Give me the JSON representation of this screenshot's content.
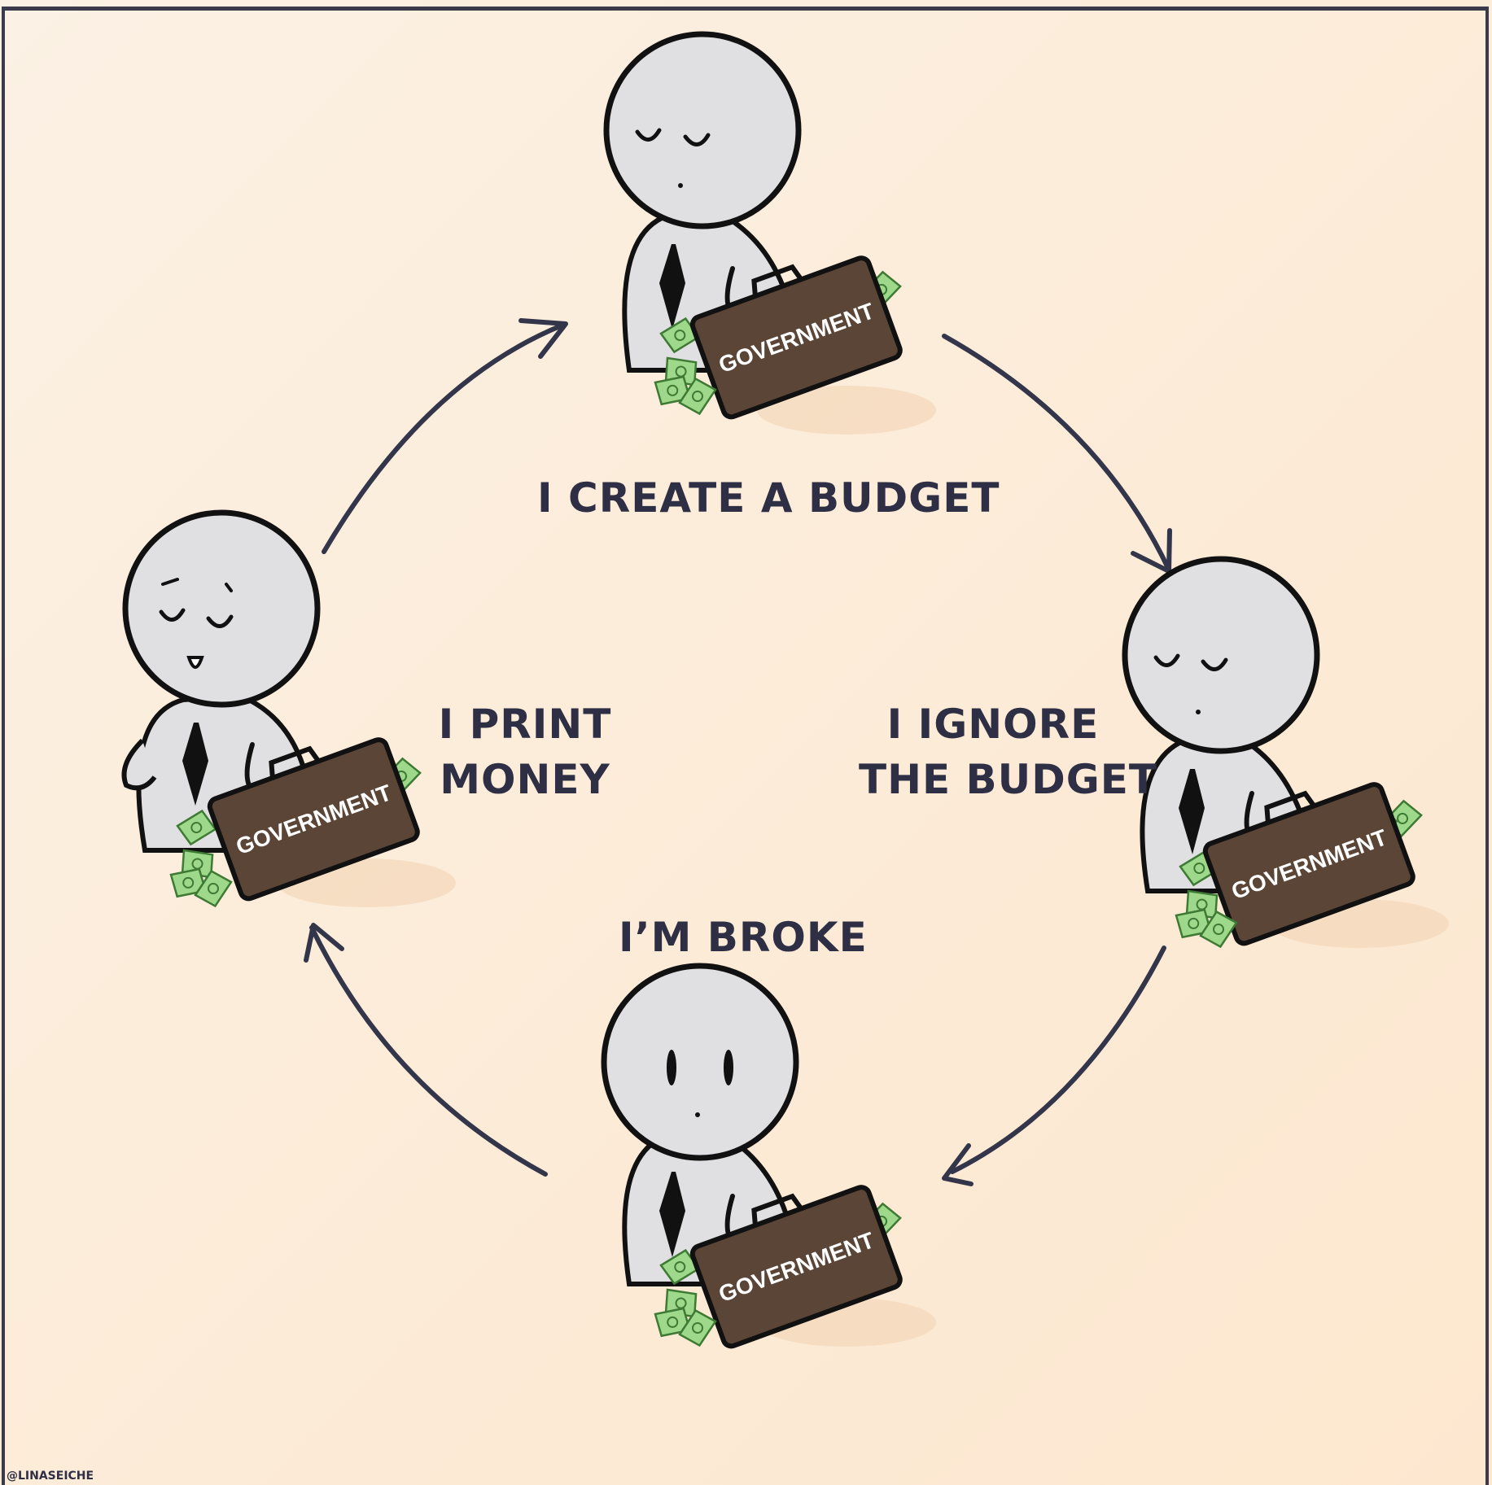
{
  "stages": [
    {
      "id": "top",
      "label_lines": [
        "I CREATE A BUDGET"
      ],
      "mood": "content"
    },
    {
      "id": "right",
      "label_lines": [
        "I IGNORE",
        "THE BUDGET"
      ],
      "mood": "content"
    },
    {
      "id": "bottom",
      "label_lines": [
        "I’M BROKE"
      ],
      "mood": "shocked"
    },
    {
      "id": "left",
      "label_lines": [
        "I PRINT",
        "MONEY"
      ],
      "mood": "happy"
    }
  ],
  "briefcase_label": "GOVERNMENT",
  "credit": "@LINASEICHE",
  "colors": {
    "background": "#fcecd8",
    "ink": "#2e2f45",
    "figure": "#e0e0e2",
    "briefcase": "#5a4537",
    "money": "#9ed98b"
  }
}
